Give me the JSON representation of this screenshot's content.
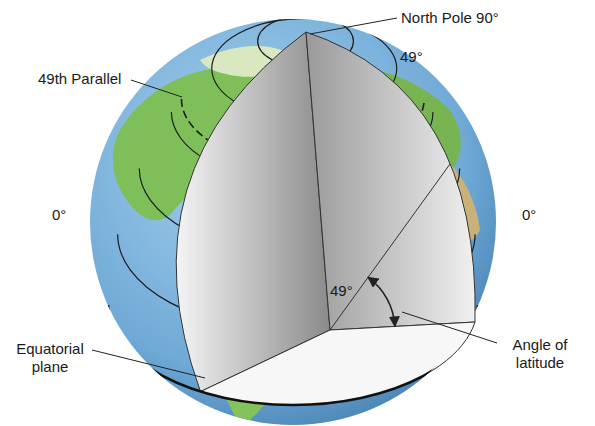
{
  "diagram": {
    "labels": [
      "North Pole 90°",
      "49°",
      "49th Parallel",
      "0°",
      "0°",
      "49°",
      "Equatorial plane",
      "Angle of latitude"
    ]
  }
}
